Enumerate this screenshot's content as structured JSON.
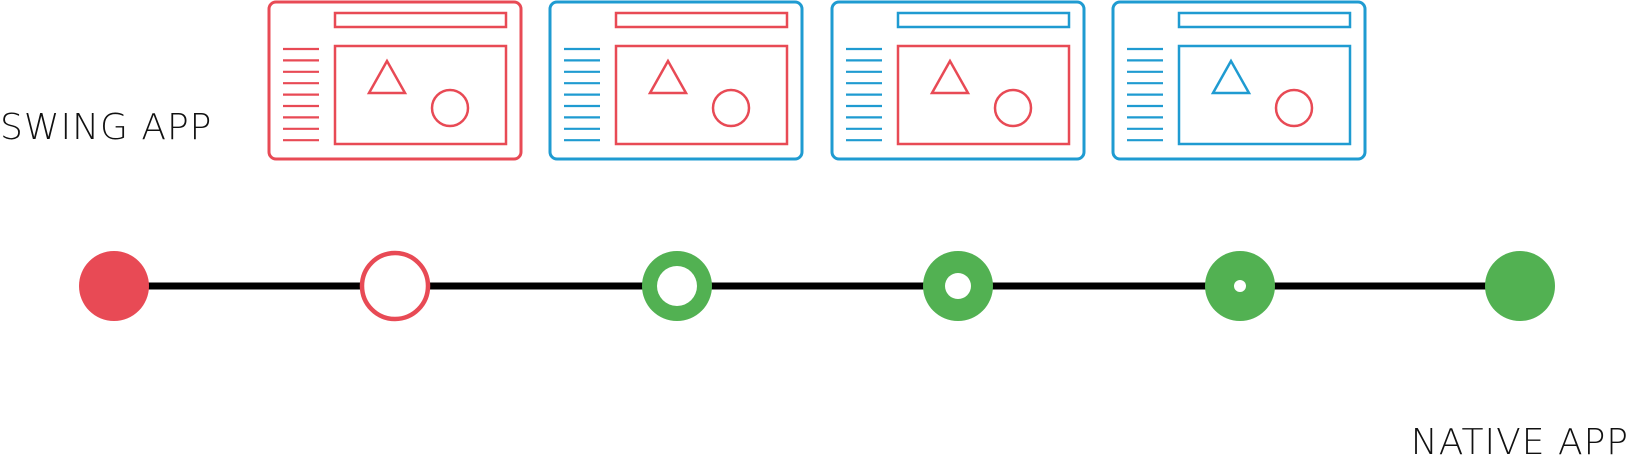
{
  "labels": {
    "start": "SWING APP",
    "end": "NATIVE APP"
  },
  "colors": {
    "red": "#e84a55",
    "blue": "#1f9bd1",
    "green": "#52b152",
    "line": "#000000"
  },
  "windows": [
    {
      "name": "window-1",
      "frame": "red",
      "header": "red",
      "sidebar": "red",
      "content": "red",
      "triangle": "red",
      "circle": "red"
    },
    {
      "name": "window-2",
      "frame": "blue",
      "header": "red",
      "sidebar": "blue",
      "content": "red",
      "triangle": "red",
      "circle": "red"
    },
    {
      "name": "window-3",
      "frame": "blue",
      "header": "blue",
      "sidebar": "blue",
      "content": "red",
      "triangle": "red",
      "circle": "red"
    },
    {
      "name": "window-4",
      "frame": "blue",
      "header": "blue",
      "sidebar": "blue",
      "content": "blue",
      "triangle": "blue",
      "circle": "red"
    }
  ],
  "timeline": {
    "stages": [
      {
        "name": "stage-1",
        "color": "red",
        "style": "filled"
      },
      {
        "name": "stage-2",
        "color": "red",
        "style": "ring-thin"
      },
      {
        "name": "stage-3",
        "color": "green",
        "style": "ring-thick"
      },
      {
        "name": "stage-4",
        "color": "green",
        "style": "ring-thicker"
      },
      {
        "name": "stage-5",
        "color": "green",
        "style": "ring-dot"
      },
      {
        "name": "stage-6",
        "color": "green",
        "style": "filled"
      }
    ]
  }
}
